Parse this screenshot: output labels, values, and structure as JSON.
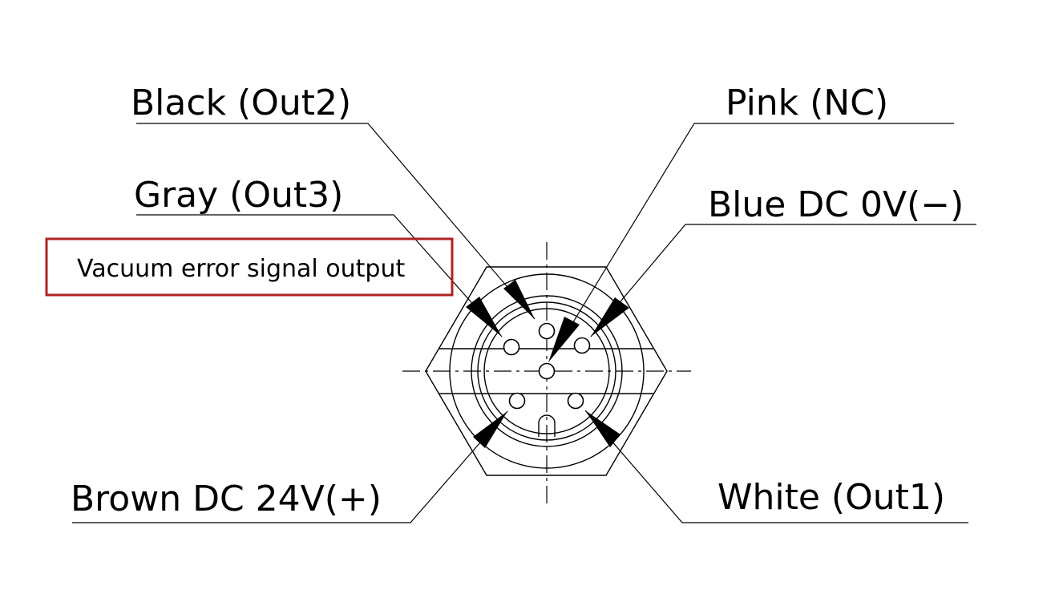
{
  "labels": {
    "black": "Black (Out2)",
    "gray": "Gray (Out3)",
    "pink": "Pink (NC)",
    "blue": "Blue DC 0V(−)",
    "brown": "Brown DC 24V(+)",
    "white": "White (Out1)"
  },
  "note": {
    "text": "Vacuum error signal output",
    "border_color": "#b22222"
  },
  "colors": {
    "line": "#000000",
    "background": "#ffffff"
  }
}
